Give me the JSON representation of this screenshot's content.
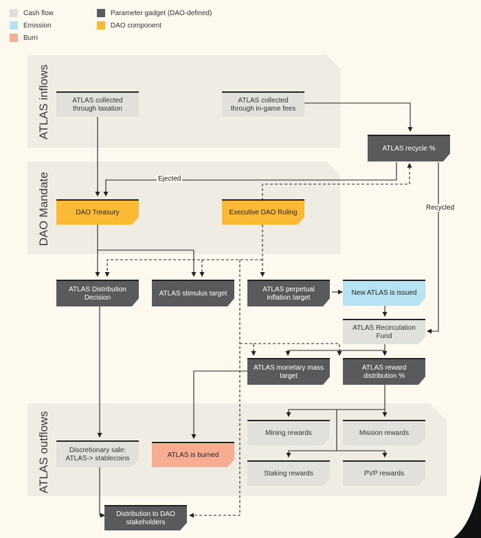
{
  "legend": {
    "cash_flow": "Cash flow",
    "emission": "Emission",
    "burn": "Burn",
    "parameter_gadget": "Parameter gadget (DAO-defined)",
    "dao_component": "DAO component"
  },
  "colors": {
    "cash_flow": "#e2e0da",
    "emission": "#b5e3f2",
    "burn": "#f8ad92",
    "parameter_gadget": "#5a5a5c",
    "dao_component": "#fbba36",
    "section_bg": "#efece3",
    "background": "#fdf9ef"
  },
  "sections": {
    "inflows": "ATLAS inflows",
    "mandate": "DAO Mandate",
    "outflows": "ATLAS outflows"
  },
  "nodes": {
    "taxation": "ATLAS collected through taxation",
    "ingame_fees": "ATLAS collected through in-game fees",
    "recycle_pct": "ATLAS recycle %",
    "dao_treasury": "DAO Treasury",
    "exec_ruling": "Executive DAO Ruling",
    "distribution_decision": "ATLAS Distribution Decision",
    "stimulus_target": "ATLAS stimulus target",
    "perpetual_inflation": "ATLAS perpetual inflation target",
    "new_atlas": "New ATLAS is issued",
    "recirculation_fund": "ATLAS Recirculation Fund",
    "monetary_mass": "ATLAS monetary mass target",
    "reward_distribution": "ATLAS reward distribution %",
    "mining_rewards": "Mining rewards",
    "mission_rewards": "Mission rewards",
    "staking_rewards": "Staking rewards",
    "pvp_rewards": "PVP rewards",
    "discretionary_sale": "Discretionary sale: ATLAS-> stablecoins",
    "atlas_burned": "ATLAS is burned",
    "distribution_stakeholders": "Distribution to DAO stakeholders"
  },
  "edge_labels": {
    "ejected": "Ejected",
    "recycled": "Recycled"
  }
}
